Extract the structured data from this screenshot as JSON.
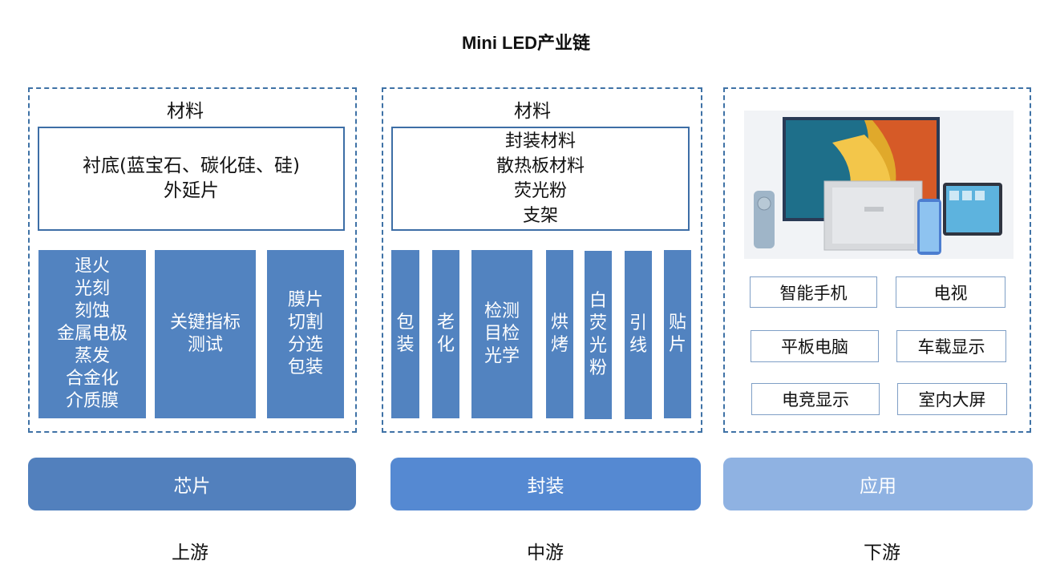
{
  "title": "Mini LED产业链",
  "upstream": {
    "material_label": "材料",
    "materials": [
      "衬底(蓝宝石、碳化硅、硅)",
      "外延片"
    ],
    "processes": [
      {
        "lines": [
          "退火",
          "光刻",
          "刻蚀",
          "金属电极",
          "蒸发",
          "合金化",
          "介质膜"
        ]
      },
      {
        "lines": [
          "关键指标",
          "测试"
        ]
      },
      {
        "lines": [
          "膜片",
          "切割",
          "分选",
          "包装"
        ]
      }
    ],
    "stage": "芯片",
    "tier": "上游"
  },
  "midstream": {
    "material_label": "材料",
    "materials": [
      "封装材料",
      "散热板材料",
      "荧光粉",
      "支架"
    ],
    "processes": [
      {
        "text": "包装"
      },
      {
        "text": "老化"
      },
      {
        "lines": [
          "检测",
          "目检",
          "光学"
        ]
      },
      {
        "text": "烘烤"
      },
      {
        "text": "白荧光粉"
      },
      {
        "text": "引线"
      },
      {
        "text": "贴片"
      }
    ],
    "stage": "封装",
    "tier": "中游"
  },
  "downstream": {
    "applications": [
      "智能手机",
      "电视",
      "平板电脑",
      "车载显示",
      "电竞显示",
      "室内大屏"
    ],
    "stage": "应用",
    "tier": "下游"
  },
  "colors": {
    "dash_border": "#3f72a6",
    "column_fill": "#5283c0",
    "stage_upstream": "#5280bd",
    "stage_midstream": "#5589d2",
    "stage_downstream": "#8fb2e2"
  }
}
